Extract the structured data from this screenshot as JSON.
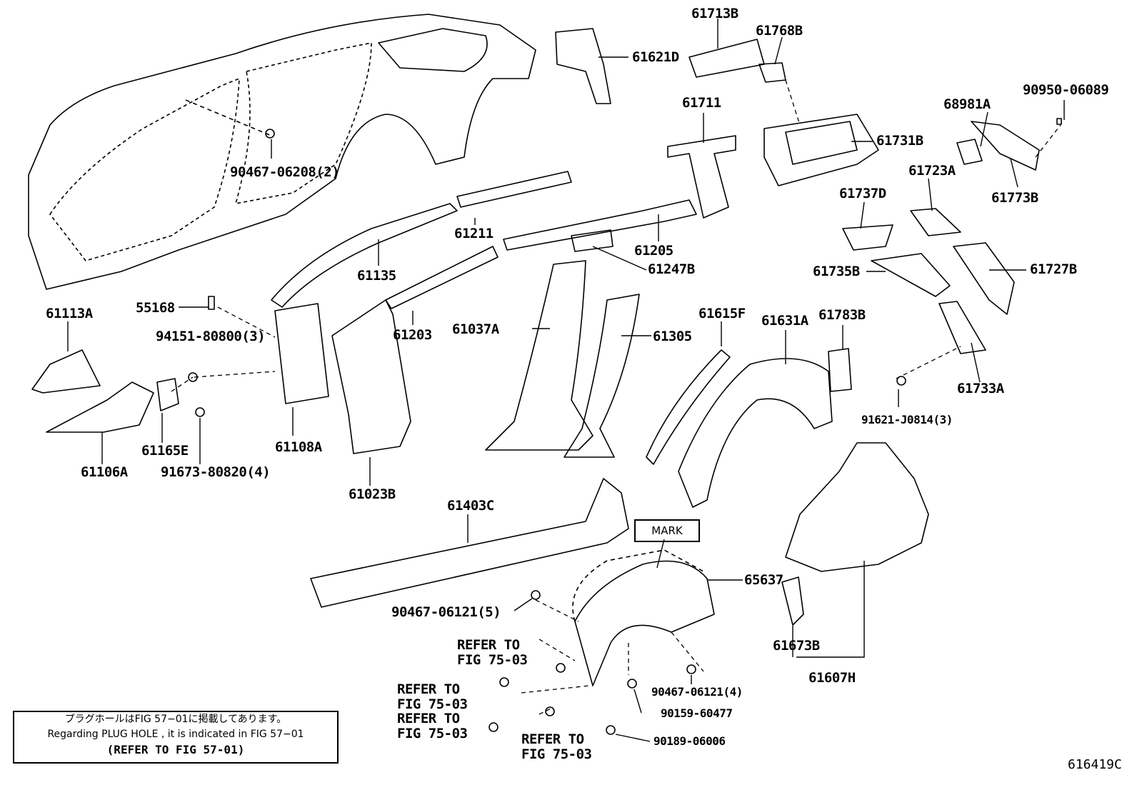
{
  "labels": {
    "p61713B": "61713B",
    "p61768B": "61768B",
    "p61621D": "61621D",
    "p90950": "90950-06089",
    "p68981A": "68981A",
    "p61711": "61711",
    "p61731B": "61731B",
    "p61773B": "61773B",
    "p90467_06208": "90467-06208(2)",
    "p61723A": "61723A",
    "p61737D": "61737D",
    "p61211": "61211",
    "p61135": "61135",
    "p61205": "61205",
    "p61247B": "61247B",
    "p61727B": "61727B",
    "p61735B": "61735B",
    "p61113A": "61113A",
    "p55168": "55168",
    "p61203": "61203",
    "p94151": "94151-80800(3)",
    "p61037A": "61037A",
    "p61305": "61305",
    "p61615F": "61615F",
    "p61631A": "61631A",
    "p61783B": "61783B",
    "p61733A": "61733A",
    "p91621": "91621-J0814(3)",
    "p61165E": "61165E",
    "p61108A": "61108A",
    "p61106A": "61106A",
    "p91673": "91673-80820(4)",
    "p61023B": "61023B",
    "p61403C": "61403C",
    "p65637": "65637",
    "p90467_06121_5": "90467-06121(5)",
    "p61673B": "61673B",
    "p61607H": "61607H",
    "p90467_06121_4": "90467-06121(4)",
    "p90159": "90159-60477",
    "p90189": "90189-06006",
    "refer1a": "REFER TO",
    "refer1b": "FIG 75-03",
    "refer2a": "REFER TO",
    "refer2b": "FIG 75-03",
    "refer3a": "REFER TO",
    "refer3b": "FIG 75-03",
    "refer4a": "REFER TO",
    "refer4b": "FIG 75-03"
  },
  "mark": "MARK",
  "note": {
    "line1": "プラグホールはFIG 57−01に掲載してあります。",
    "line2": "Regarding  PLUG  HOLE , it is indicated in FIG  57−01",
    "line3": "(REFER TO FIG 57-01)"
  },
  "figure_code": "616419C"
}
